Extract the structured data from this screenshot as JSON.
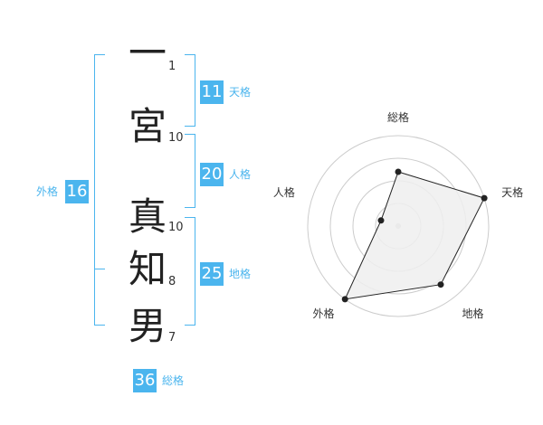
{
  "name": {
    "characters": [
      {
        "char": "一",
        "strokes": "1"
      },
      {
        "char": "宮",
        "strokes": "10"
      },
      {
        "char": "真",
        "strokes": "10"
      },
      {
        "char": "知",
        "strokes": "8"
      },
      {
        "char": "男",
        "strokes": "7"
      }
    ]
  },
  "fortunes": {
    "tenkaku": {
      "value": "11",
      "label": "天格"
    },
    "jinkaku": {
      "value": "20",
      "label": "人格"
    },
    "chikaku": {
      "value": "25",
      "label": "地格"
    },
    "gaikaku": {
      "value": "16",
      "label": "外格"
    },
    "soukaku": {
      "value": "36",
      "label": "総格"
    }
  },
  "colors": {
    "accent": "#4bb5ee",
    "polygon_fill": "#eeeeee",
    "ring": "#cccccc",
    "text": "#333333"
  },
  "chart_data": {
    "type": "radar",
    "axes": [
      "総格",
      "天格",
      "地格",
      "外格",
      "人格"
    ],
    "values": [
      3,
      5,
      4,
      5,
      1
    ],
    "range": [
      0,
      5
    ],
    "rings": 4
  }
}
